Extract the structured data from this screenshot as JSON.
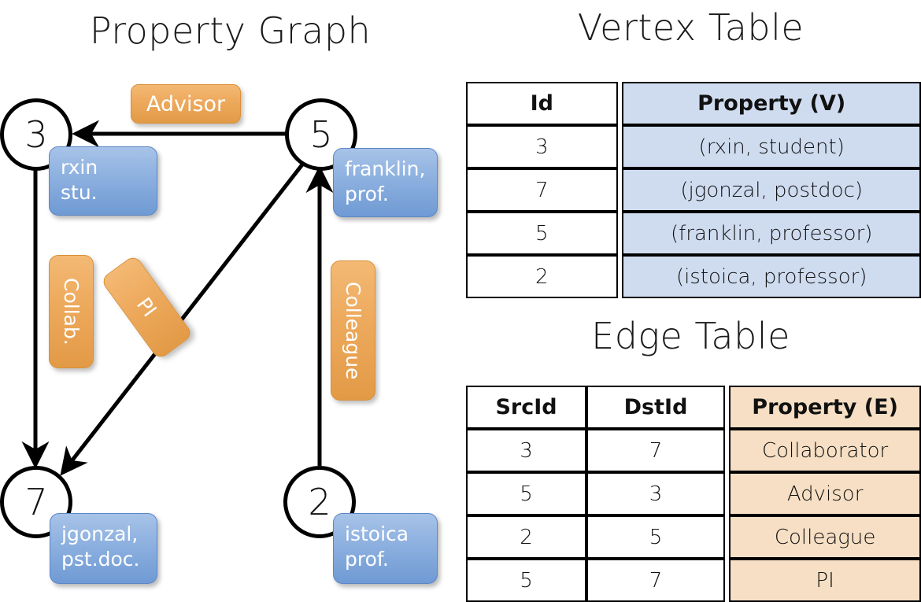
{
  "titles": {
    "graph": "Property Graph",
    "vertex_table": "Vertex Table",
    "edge_table": "Edge Table"
  },
  "graph": {
    "nodes": [
      {
        "id": "3",
        "property": "rxin\nstu.",
        "line1": "rxin",
        "line2": "stu."
      },
      {
        "id": "5",
        "property": "franklin,\nprof.",
        "line1": "franklin,",
        "line2": "prof."
      },
      {
        "id": "7",
        "property": "jgonzal,\npst.doc.",
        "line1": "jgonzal,",
        "line2": "pst.doc."
      },
      {
        "id": "2",
        "property": "istoica\nprof.",
        "line1": "istoica",
        "line2": "prof."
      }
    ],
    "edge_labels": [
      {
        "name": "advisor",
        "text": "Advisor",
        "orientation": "horizontal"
      },
      {
        "name": "collab",
        "text": "Collab.",
        "orientation": "vertical"
      },
      {
        "name": "pi",
        "text": "PI",
        "orientation": "rotated"
      },
      {
        "name": "colleague",
        "text": "Colleague",
        "orientation": "vertical"
      }
    ],
    "edges": [
      {
        "src": "5",
        "dst": "3",
        "label": "Advisor"
      },
      {
        "src": "3",
        "dst": "7",
        "label": "Collab."
      },
      {
        "src": "5",
        "dst": "7",
        "label": "PI"
      },
      {
        "src": "2",
        "dst": "5",
        "label": "Colleague"
      }
    ]
  },
  "vertex_table": {
    "headers": [
      "Id",
      "Property (V)"
    ],
    "rows": [
      {
        "id": "3",
        "property": "(rxin, student)"
      },
      {
        "id": "7",
        "property": "(jgonzal, postdoc)"
      },
      {
        "id": "5",
        "property": "(franklin, professor)"
      },
      {
        "id": "2",
        "property": "(istoica, professor)"
      }
    ]
  },
  "edge_table": {
    "headers": [
      "SrcId",
      "DstId",
      "Property (E)"
    ],
    "rows": [
      {
        "src": "3",
        "dst": "7",
        "property": "Collaborator"
      },
      {
        "src": "5",
        "dst": "3",
        "property": "Advisor"
      },
      {
        "src": "2",
        "dst": "5",
        "property": "Colleague"
      },
      {
        "src": "5",
        "dst": "7",
        "property": "PI"
      }
    ]
  },
  "colors": {
    "vertex_property_fill": "#cfdcf0",
    "edge_property_fill": "#f6dfc4",
    "node_box_blue": "#8fb2e0",
    "edge_label_orange": "#eda95c",
    "stroke": "#000000",
    "background": "#ffffff"
  }
}
